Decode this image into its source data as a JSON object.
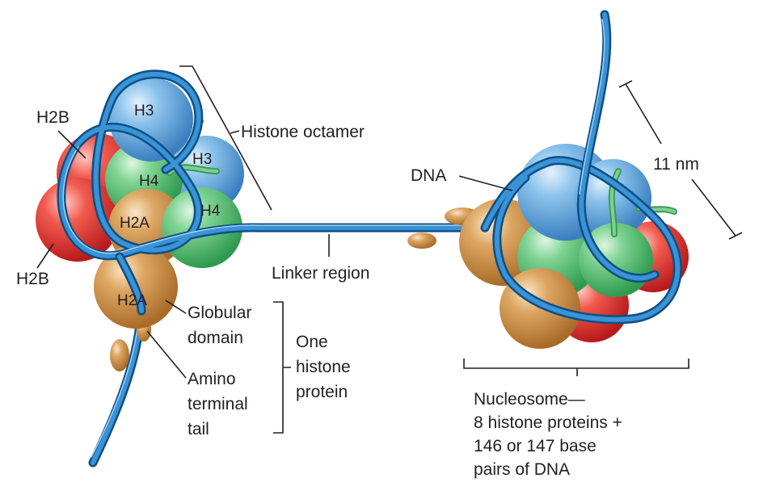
{
  "labels": {
    "h2b_top": "H2B",
    "h2b_bottom": "H2B",
    "h3_top": "H3",
    "h3_second": "H3",
    "h4_first": "H4",
    "h4_second": "H4",
    "h2a_upper": "H2A",
    "h2a_lower": "H2A",
    "histone_octamer": "Histone octamer",
    "linker_region": "Linker region",
    "dna": "DNA",
    "size": "11 nm",
    "globular_domain": [
      "Globular",
      "domain"
    ],
    "amino_terminal_tail": [
      "Amino",
      "terminal",
      "tail"
    ],
    "one_histone_protein": [
      "One",
      "histone",
      "protein"
    ],
    "nucleosome_caption": [
      "Nucleosome—",
      "8 histone proteins +",
      "146 or 147 base",
      "pairs of DNA"
    ]
  },
  "colors": {
    "h2b": "#e0312f",
    "h3": "#5aa3dd",
    "h4": "#4cbb6c",
    "h2a": "#c98f45",
    "dna": "#3a93d4",
    "dna_dark": "#0d4f86",
    "text": "#231f20"
  }
}
